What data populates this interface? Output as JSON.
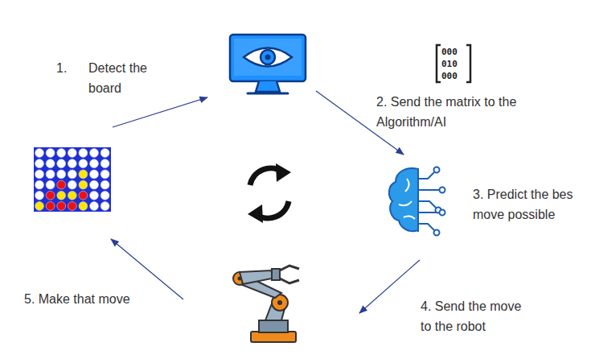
{
  "diagram": {
    "labels": [
      "1.",
      "Detect the board",
      "2. Send the matrix to the Algorithm/AI",
      "3. Predict the bes move possible",
      "4. Send the move to the robot",
      "5. Make that move",
      "000",
      "010",
      "000"
    ]
  }
}
